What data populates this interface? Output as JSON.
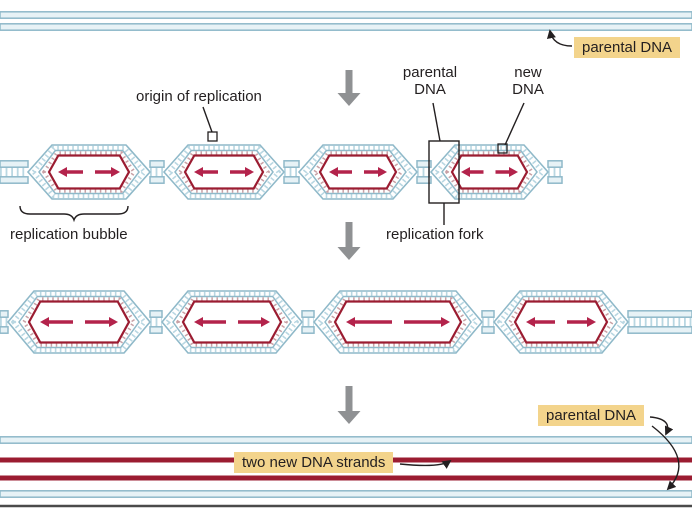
{
  "labels": {
    "parental_dna_top": "parental DNA",
    "origin_of_replication": "origin of replication",
    "parental_dna_pointer": "parental\nDNA",
    "new_dna_pointer": "new\nDNA",
    "replication_bubble": "replication bubble",
    "replication_fork": "replication fork",
    "parental_dna_bottom": "parental DNA",
    "two_new_strands": "two new DNA strands"
  },
  "colors": {
    "parental_stroke": "#8fb9c9",
    "parental_fill": "#e7f2f6",
    "rung": "#b9d7e2",
    "pair_rung": "#c9a1a6",
    "new_strand": "#9b1c31",
    "arrow_red": "#b3234b",
    "label_bg": "#f3d48c",
    "gray_arrow": "#8f9193",
    "ink": "#231f20",
    "border": "#4a4a4a"
  }
}
